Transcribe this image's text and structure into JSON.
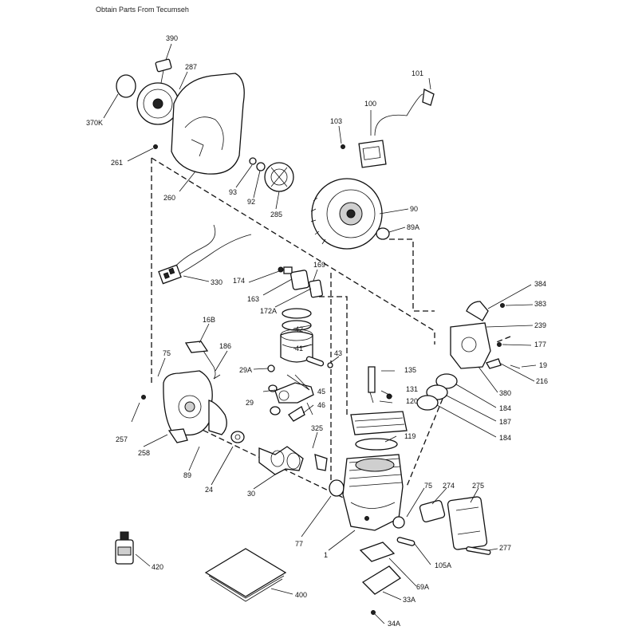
{
  "header": {
    "text": "Obtain Parts From Tecumseh"
  },
  "labels": {
    "390": "390",
    "287": "287",
    "370K": "370K",
    "261": "261",
    "260": "260",
    "93": "93",
    "92": "92",
    "285": "285",
    "101": "101",
    "100": "100",
    "103": "103",
    "90": "90",
    "89A": "89A",
    "330": "330",
    "174": "174",
    "169": "169",
    "163": "163",
    "172A": "172A",
    "42": "42",
    "41": "41",
    "43": "43",
    "29A": "29A",
    "29": "29",
    "45": "45",
    "46": "46",
    "16B": "16B",
    "186": "186",
    "75a": "75",
    "257": "257",
    "258": "258",
    "89": "89",
    "24": "24",
    "325": "325",
    "30": "30",
    "77": "77",
    "1": "1",
    "135": "135",
    "131": "131",
    "120": "120",
    "119": "119",
    "384": "384",
    "383": "383",
    "239": "239",
    "177": "177",
    "19": "19",
    "216": "216",
    "380": "380",
    "184a": "184",
    "187": "187",
    "184b": "184",
    "75b": "75",
    "274": "274",
    "275": "275",
    "277": "277",
    "105A": "105A",
    "69A": "69A",
    "33A": "33A",
    "34A": "34A",
    "420": "420",
    "400": "400"
  }
}
